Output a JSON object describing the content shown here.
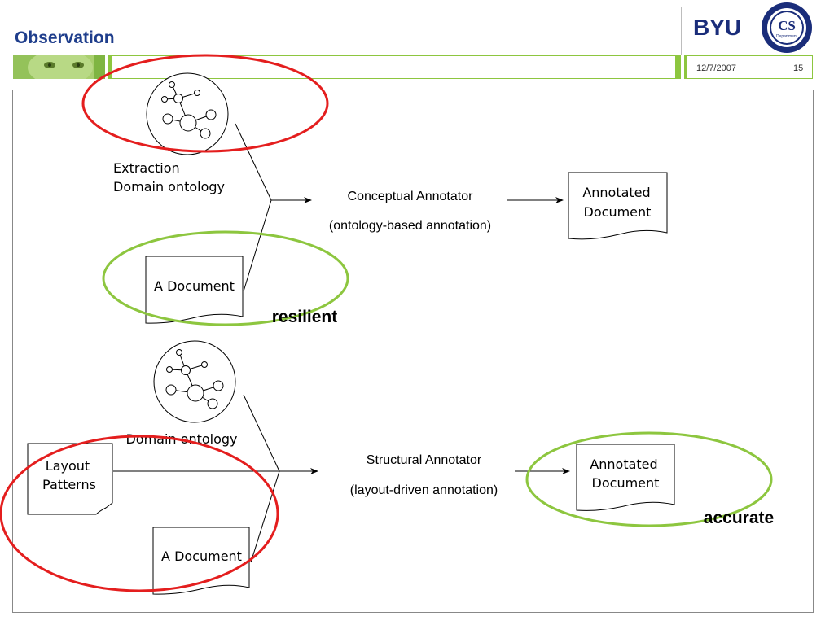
{
  "slide": {
    "title": "Observation",
    "brand": "BYU",
    "date": "12/7/2007",
    "page_number": "15",
    "seal": {
      "big_text": "CS",
      "small_text": "Department"
    }
  },
  "diagram": {
    "top": {
      "ontology_label_line1": "Extraction",
      "ontology_label_line2": "Domain ontology",
      "document_label": "A Document",
      "annotator_name": "Conceptual Annotator",
      "annotator_desc": "(ontology-based annotation)",
      "output_line1": "Annotated",
      "output_line2": "Document",
      "highlight_word": "resilient"
    },
    "bottom": {
      "ontology_label": "Domain ontology",
      "patterns_line1": "Layout",
      "patterns_line2": "Patterns",
      "document_label": "A Document",
      "annotator_name": "Structural Annotator",
      "annotator_desc": "(layout-driven annotation)",
      "output_line1": "Annotated",
      "output_line2": "Document",
      "highlight_word": "accurate"
    },
    "colors": {
      "red_ring": "#e41e1e",
      "green_ring": "#8dc63f",
      "accent_green": "#8dc63f",
      "title_blue": "#1f3e8c"
    }
  }
}
